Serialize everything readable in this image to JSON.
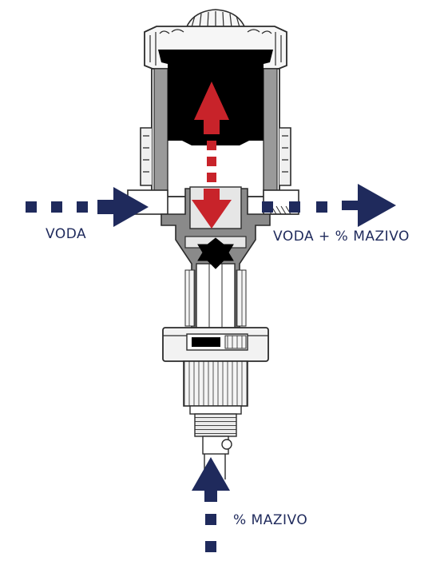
{
  "labels": {
    "water_in": "VODA",
    "water_out": "VODA + % MAZIVO",
    "lubricant_in": "% MAZIVO"
  },
  "colors": {
    "flow_arrow": "#1f2a5c",
    "piston_arrow": "#c8232a",
    "label_text": "#1f2a5c",
    "piston_block": "#000000",
    "body_grey": "#8a8a8a",
    "body_light": "#e6e6e6",
    "outline": "#2b2b2b"
  },
  "icons": {
    "water_inlet_arrow": "arrow-right-icon",
    "water_outlet_arrow": "arrow-right-icon",
    "lubricant_inlet_arrow": "arrow-up-icon",
    "piston_motion_arrow": "double-arrow-vertical-icon"
  }
}
